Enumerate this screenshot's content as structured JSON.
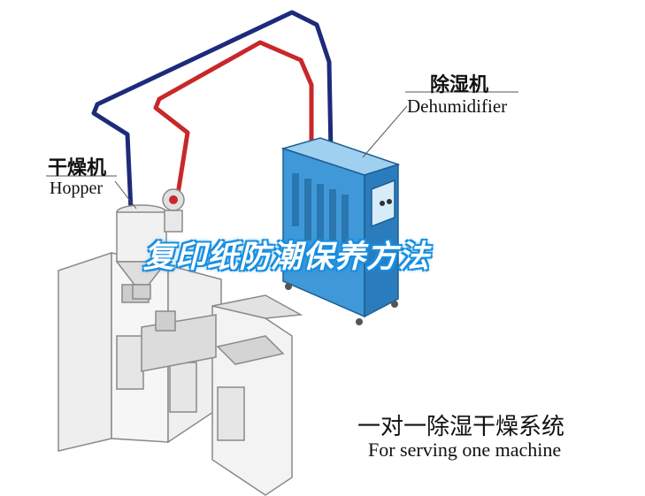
{
  "overlay_title": "复印纸防潮保养方法",
  "labels": {
    "dehumidifier_cn": "除湿机",
    "dehumidifier_en": "Dehumidifier",
    "hopper_cn": "干燥机",
    "hopper_en": "Hopper",
    "system_cn": "一对一除湿干燥系统",
    "system_en": "For serving one machine"
  },
  "colors": {
    "return_pipe": "#1e2a7a",
    "supply_pipe": "#c8282a",
    "dehumidifier_body": "#3f98d8",
    "overlay_glow": "#1a8fe0"
  }
}
